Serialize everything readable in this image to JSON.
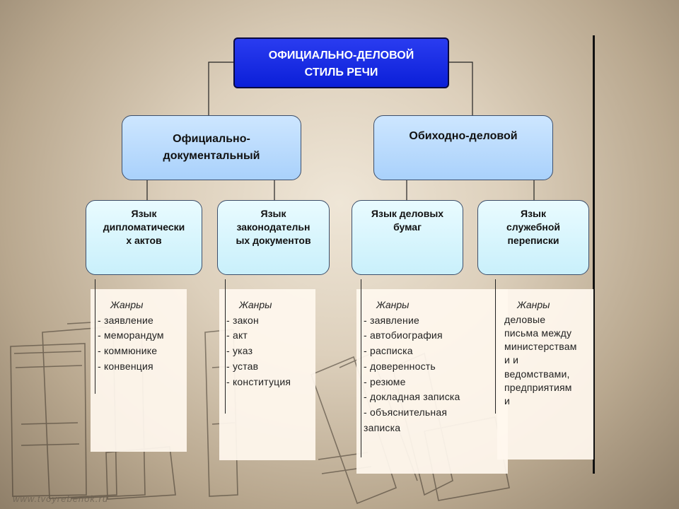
{
  "main": {
    "line1": "ОФИЦИАЛЬНО-ДЕЛОВОЙ",
    "line2": "СТИЛЬ РЕЧИ"
  },
  "level2": [
    {
      "line1": "Официально-",
      "line2": "документальный"
    },
    {
      "line1": "Обиходно-деловой"
    }
  ],
  "level3": [
    {
      "line1": "Язык",
      "line2": "дипломатически",
      "line3": "х актов"
    },
    {
      "line1": "Язык",
      "line2": "законодательн",
      "line3": "ых документов"
    },
    {
      "line1": "Язык деловых",
      "line2": "бумаг"
    },
    {
      "line1": "Язык",
      "line2": "служебной",
      "line3": "переписки"
    }
  ],
  "genres": [
    {
      "title": "Жанры",
      "items": [
        "- заявление",
        "- меморандум",
        "- коммюнике",
        "- конвенция"
      ]
    },
    {
      "title": "Жанры",
      "items": [
        "- закон",
        "- акт",
        "- указ",
        "- устав",
        "- конституция"
      ]
    },
    {
      "title": "Жанры",
      "items": [
        "- заявление",
        "- автобиография",
        "- расписка",
        "- доверенность",
        "- резюме",
        "- докладная записка",
        "- объяснительная",
        "записка"
      ]
    },
    {
      "title": "Жанры",
      "items": [
        "деловые",
        "письма между",
        "министерствам",
        "и и",
        "ведомствами,",
        "предприятиям",
        "и"
      ]
    }
  ],
  "watermark": "www.tvoyrebenok.ru",
  "colors": {
    "main_fill": "#0b1fd8",
    "level2_fill": "#a9d1fb",
    "level3_fill": "#d6f4fc",
    "genre_fill": "#fff8ee"
  }
}
